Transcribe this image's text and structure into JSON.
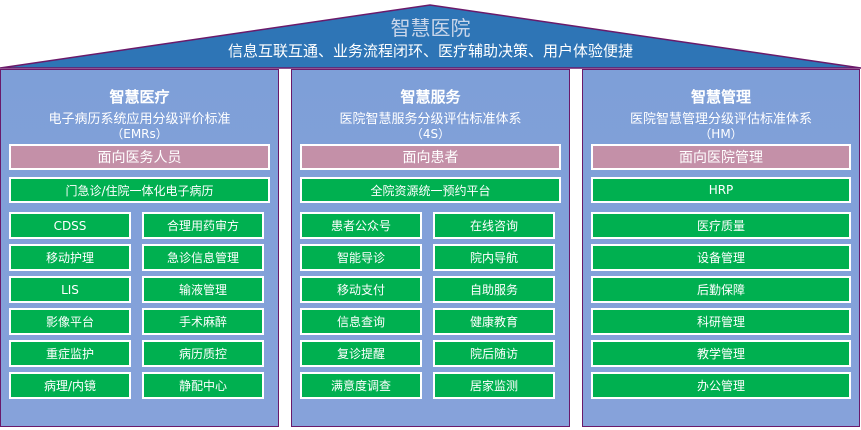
{
  "roof": {
    "title": "智慧医院",
    "subtitle": "信息互联互通、业务流程闭环、医疗辅助决策、用户体验便捷",
    "color": "#2e75b6"
  },
  "panels": [
    {
      "title": "智慧医疗",
      "subtitle": "电子病历系统应用分级评价标准",
      "code": "（EMRs）",
      "audience": "面向医务人员",
      "platform": "门急诊/住院一体化电子病历",
      "modules": [
        "CDSS",
        "合理用药审方",
        "移动护理",
        "急诊信息管理",
        "LIS",
        "输液管理",
        "影像平台",
        "手术麻醉",
        "重症监护",
        "病历质控",
        "病理/内镜",
        "静配中心"
      ]
    },
    {
      "title": "智慧服务",
      "subtitle": "医院智慧服务分级评估标准体系",
      "code": "（4S）",
      "audience": "面向患者",
      "platform": "全院资源统一预约平台",
      "modules": [
        "患者公众号",
        "在线咨询",
        "智能导诊",
        "院内导航",
        "移动支付",
        "自助服务",
        "信息查询",
        "健康教育",
        "复诊提醒",
        "院后随访",
        "满意度调查",
        "居家监测"
      ]
    },
    {
      "title": "智慧管理",
      "subtitle": "医院智慧管理分级评估标准体系",
      "code": "（HM）",
      "audience": "面向医院管理",
      "platform": "HRP",
      "modules": [
        "医疗质量",
        "设备管理",
        "后勤保障",
        "科研管理",
        "教学管理",
        "办公管理"
      ]
    }
  ]
}
